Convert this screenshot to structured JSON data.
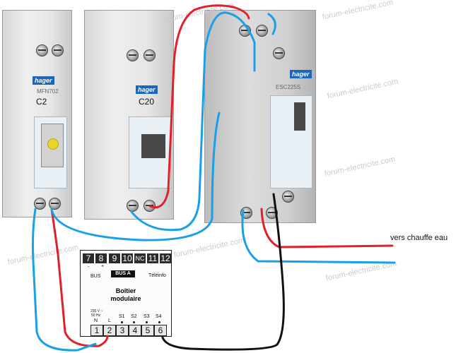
{
  "devices": {
    "c2": {
      "brand": "hager",
      "model": "MFN702",
      "rating": "C2"
    },
    "c20": {
      "brand": "hager",
      "rating": "C20"
    },
    "contactor": {
      "brand": "hager",
      "model": "ESC225S"
    }
  },
  "module": {
    "top_terminals": [
      "7",
      "8",
      "9",
      "10",
      "NC",
      "11",
      "12"
    ],
    "bus_label": "BUS",
    "bus_a_label": "BUS A",
    "teleinfo_label": "Téléinfo",
    "title_line1": "Boîtier",
    "title_line2": "modulaire",
    "supply_label_1": "230 V ~",
    "supply_label_2": "50 Hz",
    "bottom_labels": [
      "N",
      "L",
      "S1",
      "S2",
      "S3",
      "S4"
    ],
    "bottom_terminals": [
      "1",
      "2",
      "3",
      "4",
      "5",
      "6"
    ],
    "minus_label": "-",
    "plus_label": "+"
  },
  "output_label": "vers chauffe eau",
  "watermark": "forum-electricite.com",
  "wire_colors": {
    "phase": "#e0202a",
    "neutral": "#1aa0e6",
    "signal": "#111111"
  }
}
